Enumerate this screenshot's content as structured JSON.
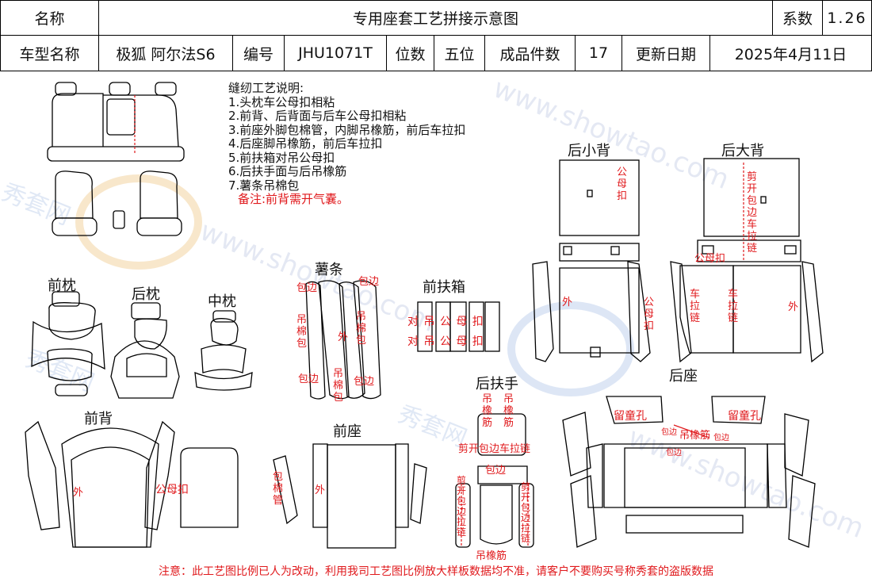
{
  "header": {
    "name_label": "名称",
    "title": "专用座套工艺拼接示意图",
    "coef_label": "系数",
    "coef_value": "1.26",
    "model_label": "车型名称",
    "model_value": "极狐 阿尔法S6",
    "code_label": "编号",
    "code_value": "JHU1071T",
    "seats_label": "位数",
    "seats_value": "五位",
    "pieces_label": "成品件数",
    "pieces_value": "17",
    "date_label": "更新日期",
    "date_value": "2025年4月11日"
  },
  "notes": {
    "title": "缝纫工艺说明:",
    "items": [
      "1.头枕车公母扣相粘",
      "2.前背、后背面与后车公母扣相粘",
      "3.前座外脚包棉管，内脚吊橡筋，前后车拉扣",
      "4.后座脚吊橡筋，前后车拉扣",
      "5.前扶箱对吊公母扣",
      "6.后扶手面与后吊橡筋",
      "7.薯条吊棉包"
    ],
    "remark": "备注:前背需开气囊。"
  },
  "sections": {
    "rear_small_back": "后小背",
    "rear_big_back": "后大背",
    "front_pillow": "前枕",
    "rear_pillow": "后枕",
    "mid_pillow": "中枕",
    "fries": "薯条",
    "front_armbox": "前扶箱",
    "rear_armrest": "后扶手",
    "rear_seat": "后座",
    "front_back": "前背",
    "front_seat": "前座"
  },
  "labels": {
    "gongmu_kou": "公母扣",
    "jian_kai_bao_bian_che_la_lian": "剪开包边车拉链",
    "gongmu_kou_h": "公母扣",
    "che_la_lian": "车拉链",
    "wai": "外",
    "bao_bian": "包边",
    "diao_mian_bao": "吊棉包",
    "dui_diao_gongmu_kou": "对 吊 公 母 扣",
    "diao_xiang_jin": "吊橡筋",
    "jian_kai_bao_bian_la_lian_h": "剪开包边车拉链",
    "jian_kai_bao_bian_la_lian": "剪开包边拉链",
    "diao_xiang_jin_h": "吊橡筋",
    "liu_tong_kong": "留童孔",
    "bao_mian_guan": "包棉管"
  },
  "watermark": {
    "brand": "秀套网",
    "url": "www.showtao.com"
  },
  "footer": "注意：此工艺图比例已人为改动，利用我司工艺图比例放大样板数据均不准，请客户不要购买号称秀套的盗版数据",
  "colors": {
    "label_red": "#e0191c",
    "line": "#000000",
    "watermark": "#cfd7ea"
  }
}
